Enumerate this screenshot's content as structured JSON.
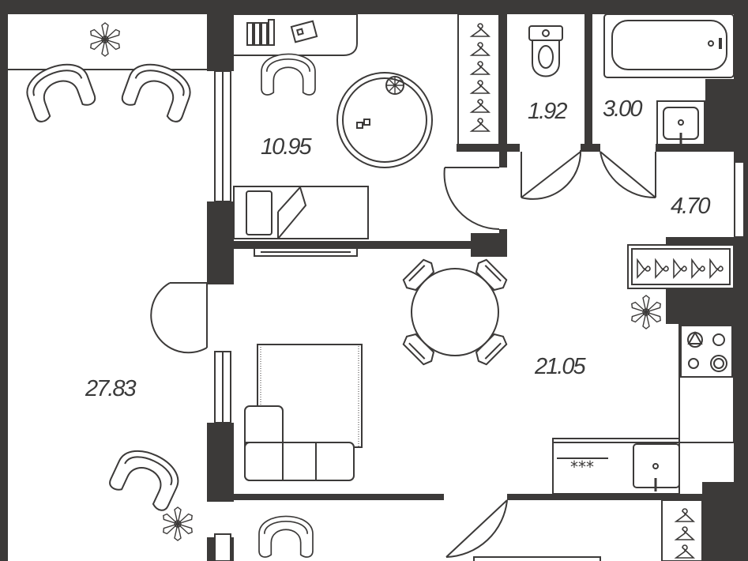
{
  "floorplan": {
    "wall_color": "#3c3a39",
    "line_color": "#3c3a39",
    "background": "#ffffff",
    "rooms": [
      {
        "id": "room-living",
        "area": "27.83"
      },
      {
        "id": "room-bedroom",
        "area": "10.95"
      },
      {
        "id": "room-wc",
        "area": "1.92"
      },
      {
        "id": "room-bathroom",
        "area": "3.00"
      },
      {
        "id": "room-hallway",
        "area": "4.70"
      },
      {
        "id": "room-kitchen",
        "area": "21.05"
      }
    ],
    "appliances": {
      "stove_glyph": "***"
    },
    "icons": [
      "plant-icon",
      "hanger-icon",
      "toilet-icon",
      "bathtub-icon",
      "sink-icon",
      "stove-icon",
      "armchair-icon",
      "sofa-icon",
      "bed-icon",
      "dining-table-icon",
      "round-rug-icon",
      "books-icon",
      "door-swing-icon"
    ]
  }
}
